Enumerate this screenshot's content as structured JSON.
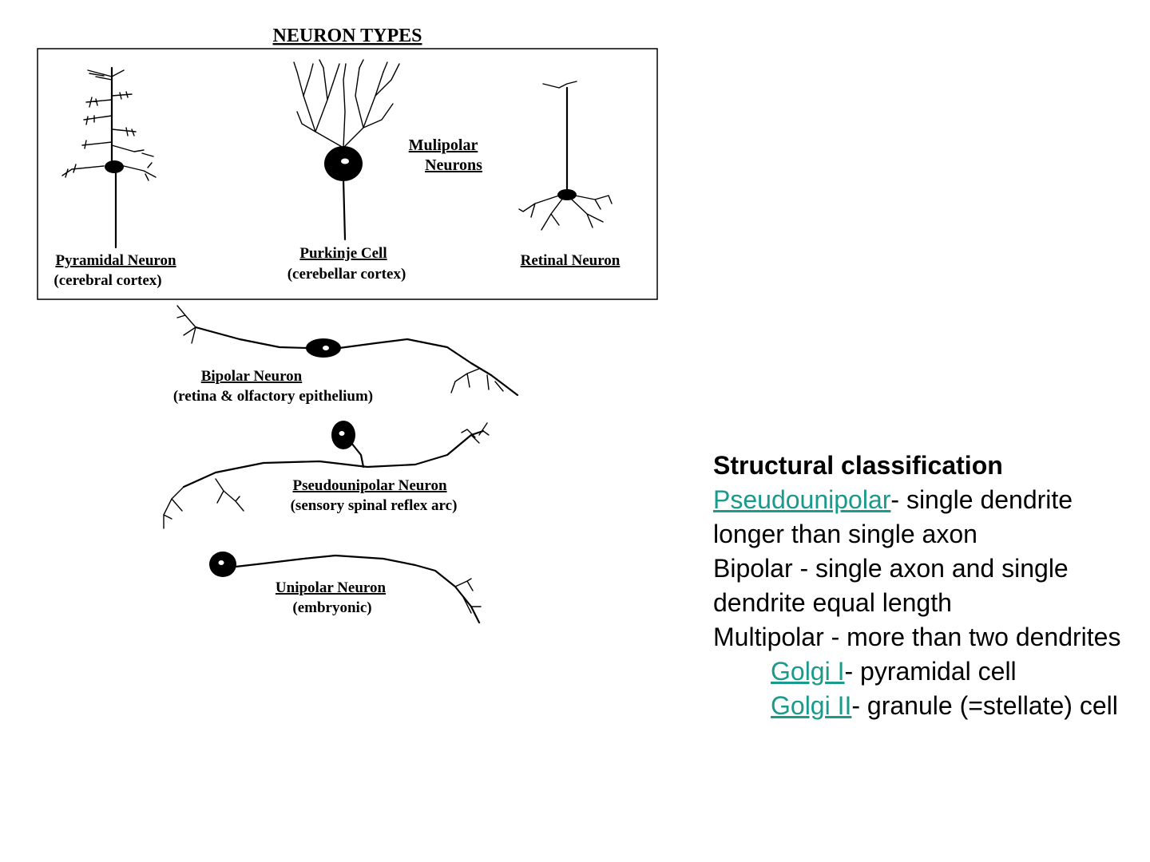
{
  "diagram": {
    "title": "NEURON TYPES",
    "labels": {
      "pyramidal": {
        "name": "Pyramidal Neuron",
        "location": "(cerebral cortex)"
      },
      "purkinje": {
        "name": "Purkinje Cell",
        "location": "(cerebellar cortex)"
      },
      "multipolar": {
        "line1": "Mulipolar",
        "line2": "Neurons"
      },
      "retinal": {
        "name": "Retinal Neuron"
      },
      "bipolar": {
        "name": "Bipolar Neuron",
        "location": "(retina & olfactory epithelium)"
      },
      "pseudounipolar": {
        "name": "Pseudounipolar Neuron",
        "location": "(sensory spinal reflex arc)"
      },
      "unipolar": {
        "name": "Unipolar Neuron",
        "location": "(embryonic)"
      }
    }
  },
  "text_panel": {
    "heading": "Structural classification",
    "pseudounipolar_link": "Pseudounipolar",
    "pseudounipolar_desc": "- single dendrite longer than single axon",
    "bipolar_desc": "Bipolar - single axon and single dendrite equal length",
    "multipolar_desc": "Multipolar - more than two dendrites",
    "golgi1_link": "Golgi I",
    "golgi1_desc": "- pyramidal cell",
    "golgi2_link": "Golgi II",
    "golgi2_desc": "- granule (=stellate) cell",
    "link_color": "#1a9a8a"
  }
}
